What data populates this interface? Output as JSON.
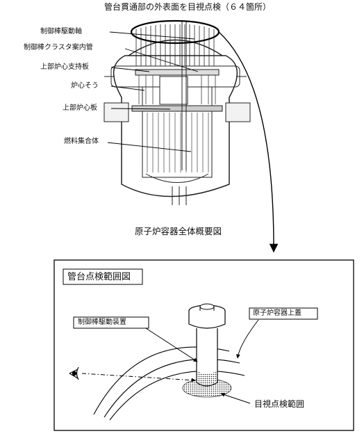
{
  "top_title": "管台貫通部の外表面を目視点検（６４箇所）",
  "labels": {
    "crdm_shaft": "制御棒駆動軸",
    "rcc_guide_tube": "制御棒クラスタ案内管",
    "upper_core_support_plate": "上部炉心支持板",
    "core_barrel": "炉心そう",
    "upper_core_plate": "上部炉心板",
    "fuel_assembly": "燃料集合体"
  },
  "caption": "原子炉容器全体概要図",
  "detail": {
    "title": "管台点検範囲図",
    "crdm": "制御棒駆動装置",
    "upper_head": "原子炉容器上蓋",
    "inspection_range": "目視点検範囲"
  }
}
